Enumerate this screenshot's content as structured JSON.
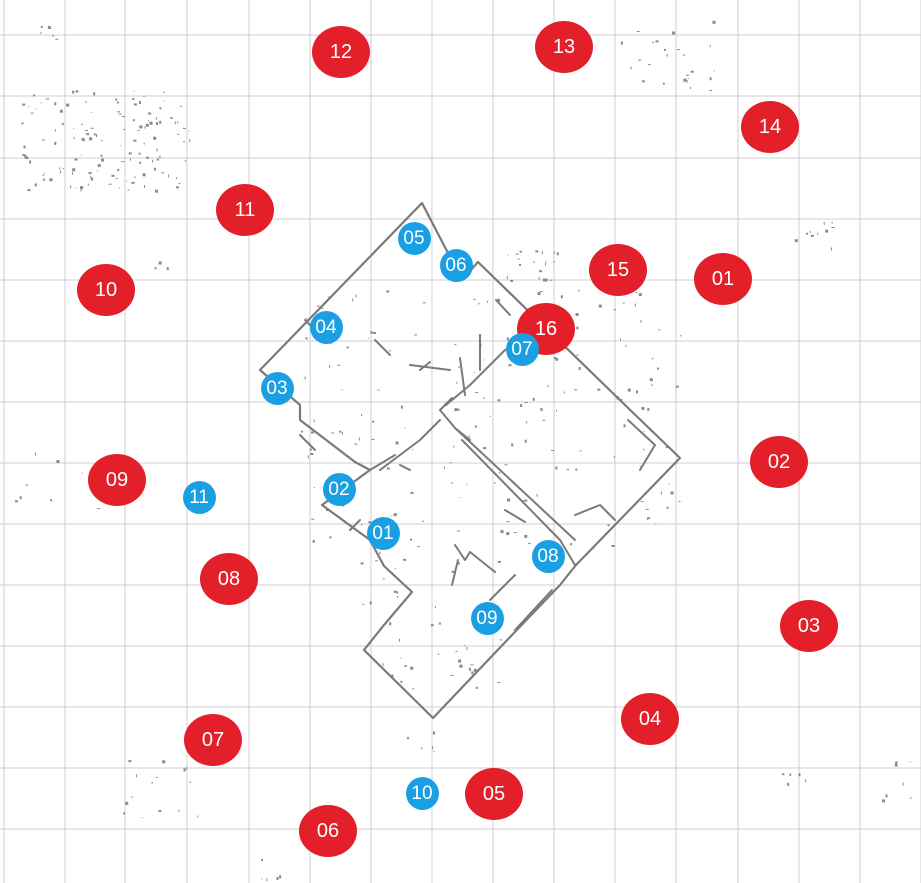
{
  "map": {
    "colors": {
      "background": "#ffffff",
      "grid": "#cfcfcf",
      "walls": "#7a7a7a",
      "noise": "#8a8a8a",
      "outer_marker": "#e3202a",
      "inner_marker": "#1a9fe3",
      "marker_text": "#ffffff"
    },
    "outer_markers": [
      {
        "label": "01"
      },
      {
        "label": "02"
      },
      {
        "label": "03"
      },
      {
        "label": "04"
      },
      {
        "label": "05"
      },
      {
        "label": "06"
      },
      {
        "label": "07"
      },
      {
        "label": "08"
      },
      {
        "label": "09"
      },
      {
        "label": "10"
      },
      {
        "label": "11"
      },
      {
        "label": "12"
      },
      {
        "label": "13"
      },
      {
        "label": "14"
      },
      {
        "label": "15"
      },
      {
        "label": "16"
      }
    ],
    "inner_markers": [
      {
        "label": "01"
      },
      {
        "label": "02"
      },
      {
        "label": "03"
      },
      {
        "label": "04"
      },
      {
        "label": "05"
      },
      {
        "label": "06"
      },
      {
        "label": "07"
      },
      {
        "label": "08"
      },
      {
        "label": "09"
      },
      {
        "label": "10"
      },
      {
        "label": "11"
      }
    ]
  }
}
